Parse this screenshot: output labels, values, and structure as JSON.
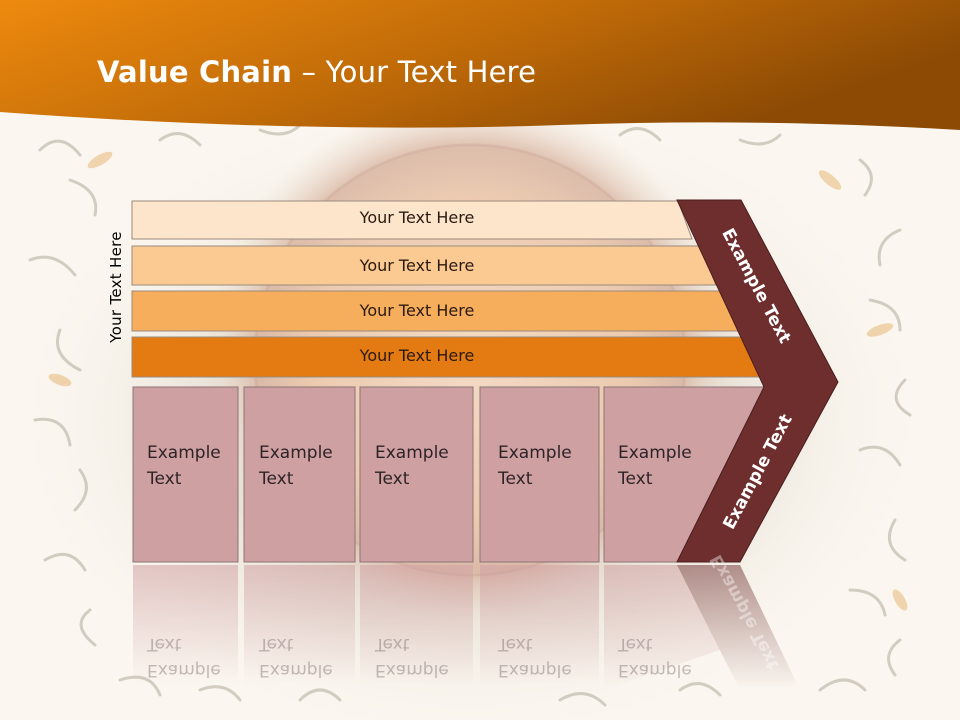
{
  "title": {
    "bold": "Value Chain",
    "rest": " – Your Text Here"
  },
  "side_label": "Your Text Here",
  "bars": [
    {
      "label": "Your Text Here",
      "color": "#fde5cc"
    },
    {
      "label": "Your Text Here",
      "color": "#fbc992"
    },
    {
      "label": "Your Text Here",
      "color": "#f6ad5c"
    },
    {
      "label": "Your Text Here",
      "color": "#e47b12"
    }
  ],
  "boxes": [
    {
      "line1": "Example",
      "line2": "Text"
    },
    {
      "line1": "Example",
      "line2": "Text"
    },
    {
      "line1": "Example",
      "line2": "Text"
    },
    {
      "line1": "Example",
      "line2": "Text"
    },
    {
      "line1": "Example",
      "line2": "Text"
    }
  ],
  "arrow_top_label": "Example Text",
  "arrow_bottom_label": "Example Text",
  "colors": {
    "header_dark": "#8c4a06",
    "header_light": "#e98a10",
    "box_fill": "#cfa0a2",
    "arrow_fill": "#6e2e2e"
  }
}
